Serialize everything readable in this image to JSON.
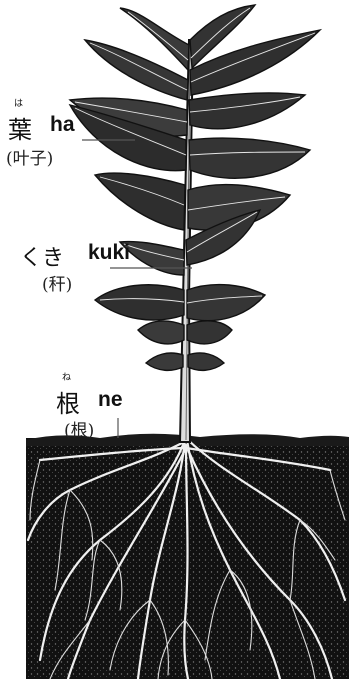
{
  "labels": {
    "leaf": {
      "ruby": "は",
      "kanji": "葉",
      "romaji": "ha",
      "chinese": "(叶子)"
    },
    "stem": {
      "kana": "くき",
      "romaji": "kuki",
      "chinese": "(秆)"
    },
    "root": {
      "ruby": "ね",
      "kanji": "根",
      "romaji": "ne",
      "chinese": "(根)"
    }
  },
  "colors": {
    "ink": "#111111",
    "leaf_fill": "#3a3a3a",
    "leaf_vein": "#e8e8e8",
    "soil": "#111111",
    "root": "#f2f2f2",
    "leader": "#555555"
  }
}
